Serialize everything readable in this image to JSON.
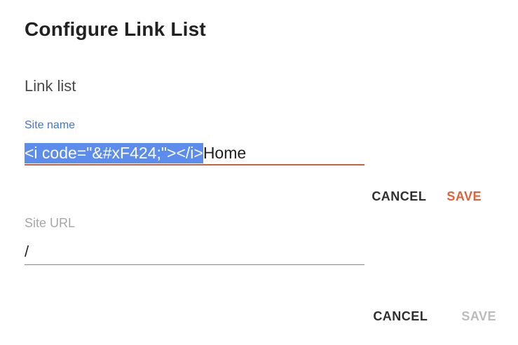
{
  "dialog": {
    "title": "Configure Link List",
    "section_label": "Link list"
  },
  "site_name_field": {
    "label": "Site name",
    "value_selected": "<i code=\"&#xF424;\"></i>",
    "value_unselected": "Home",
    "value_full": "<i code=\"&#xF424;\"></i>Home",
    "state": "focused"
  },
  "actions_primary": {
    "cancel_label": "CANCEL",
    "save_label": "SAVE",
    "save_enabled": true
  },
  "site_url_field": {
    "label": "Site URL",
    "value": "/",
    "state": "resting"
  },
  "actions_secondary": {
    "cancel_label": "CANCEL",
    "save_label": "SAVE",
    "save_enabled": false
  },
  "colors": {
    "accent_orange": "#df6238",
    "underline_orange": "#cc6239",
    "selection_blue": "#5c8cec",
    "focused_label_blue": "#4674c9",
    "disabled_gray": "#bbbbbb",
    "title_text": "#212121"
  }
}
